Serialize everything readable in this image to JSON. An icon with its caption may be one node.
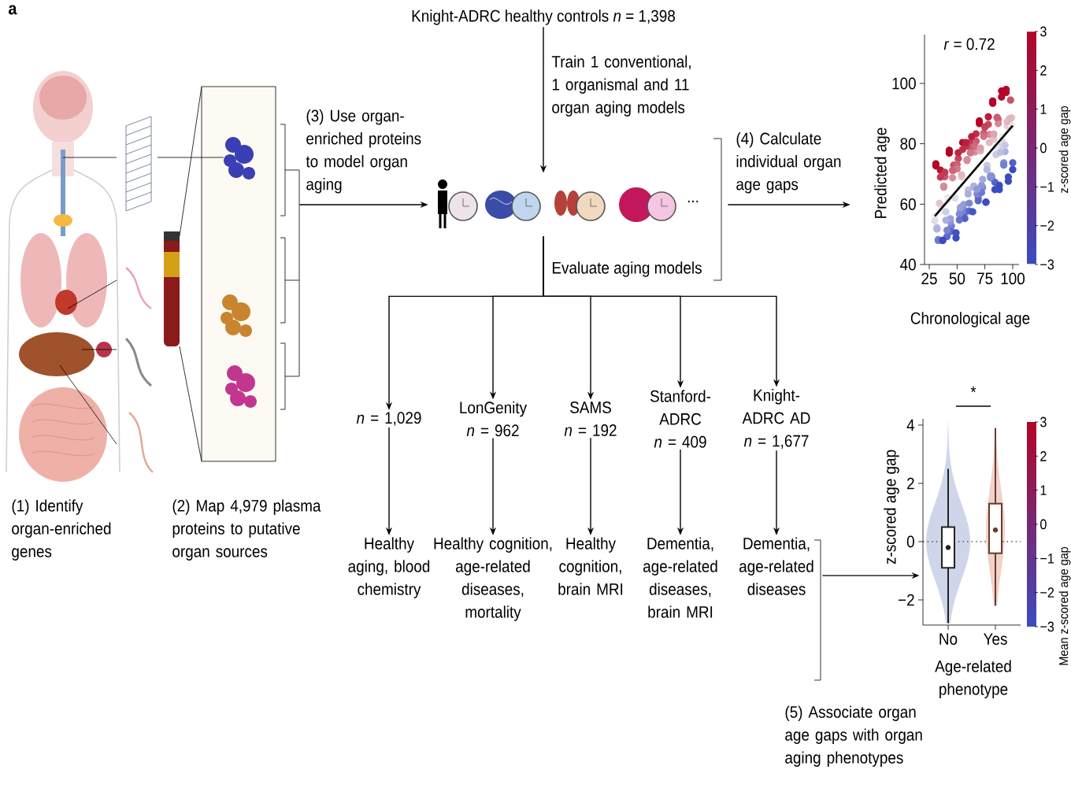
{
  "diagram": {
    "nodes": [
      {
        "text": [],
        "shape": "picture",
        "beside": [
          "(1) Identify organ-enriched genes"
        ]
      },
      {
        "text": [],
        "shape": "picture",
        "beside": [
          "(2) Map 4,979 plasma proteins to putative organ sources"
        ]
      },
      {
        "text": [
          "Knight-ADRC healthy controls *n* = 1,398"
        ]
      },
      {
        "text": [],
        "shape": "picture"
      },
      {
        "text": [],
        "shape": "picture"
      },
      {
        "text": [
          "*n* = 1,029"
        ]
      },
      {
        "text": [
          "LonGenity",
          "*n* = 962"
        ]
      },
      {
        "text": [
          "SAMS",
          "*n* = 192"
        ]
      },
      {
        "text": [
          "Stanford-ADRC",
          "*n* = 409"
        ]
      },
      {
        "text": [
          "Knight-ADRC AD",
          "*n* = 1,677"
        ]
      },
      {
        "text": [
          "Healthy aging, blood chemistry"
        ]
      },
      {
        "text": [
          "Healthy cognition, age-related diseases, mortality"
        ]
      },
      {
        "text": [
          "Healthy cognition, brain MRI"
        ]
      },
      {
        "text": [
          "Dementia, age-related diseases, brain MRI"
        ]
      },
      {
        "text": [
          "Dementia, age-related diseases"
        ]
      },
      {
        "text": [],
        "shape": "picture"
      }
    ],
    "edges": [
      {
        "from": 1,
        "to": 3,
        "arrow": "to",
        "label": "(3) Use organ-enriched proteins to model organ aging"
      },
      {
        "from": 2,
        "to": 3,
        "arrow": "to",
        "label": "Train 1 conventional, 1 organismal and 11 organ aging models"
      },
      {
        "from": 3,
        "to": 4,
        "arrow": "to",
        "label": "(4) Calculate individual organ age gaps"
      },
      {
        "from": 3,
        "to": 5,
        "arrow": "to"
      },
      {
        "from": 3,
        "to": 6,
        "arrow": "to"
      },
      {
        "from": 3,
        "to": 7,
        "arrow": "to"
      },
      {
        "from": 3,
        "to": 8,
        "arrow": "to"
      },
      {
        "from": 3,
        "to": 9,
        "arrow": "to"
      },
      {
        "from": 5,
        "to": 10,
        "arrow": "to"
      },
      {
        "from": 6,
        "to": 11,
        "arrow": "to"
      },
      {
        "from": 7,
        "to": 12,
        "arrow": "to"
      },
      {
        "from": 8,
        "to": 13,
        "arrow": "to"
      },
      {
        "from": 9,
        "to": 14,
        "arrow": "to"
      },
      {
        "from": 14,
        "to": 15,
        "arrow": "to"
      }
    ],
    "labels": [
      "a",
      "Evaluate aging models",
      "...",
      "*r* = 0.72",
      "Predicted age",
      "100",
      "80",
      "60",
      "40",
      "25",
      "50",
      "75",
      "100",
      "Chronological age",
      "3",
      "2",
      "1",
      "0",
      "−1",
      "−2",
      "−3",
      "z-scored age gap",
      "*",
      "z-scored age gap",
      "4",
      "2",
      "0",
      "−2",
      "No",
      "Yes",
      "Age-related phenotype",
      "3",
      "2",
      "1",
      "0",
      "−1",
      "−2",
      "−3",
      "Mean z-scored age gap",
      "(5) Associate organ age gaps with organ aging phenotypes"
    ]
  }
}
